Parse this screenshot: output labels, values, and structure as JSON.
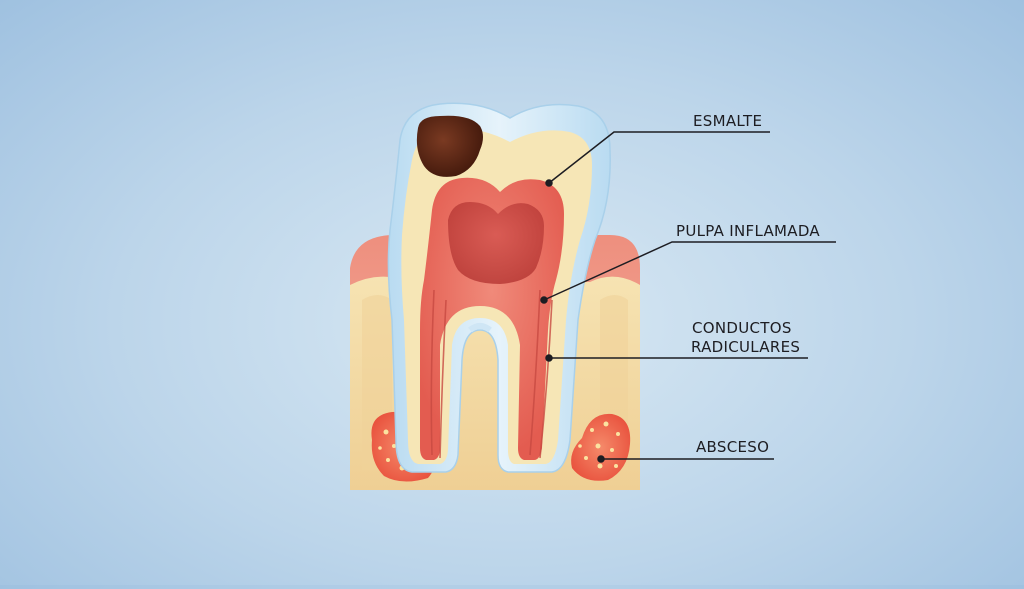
{
  "diagram": {
    "labels": {
      "enamel": "ESMALTE",
      "pulp": "PULPA INFLAMADA",
      "canals_line1": "CONDUCTOS",
      "canals_line2": "RADICULARES",
      "abscess": "ABSCESO"
    },
    "colors": {
      "background": "#bcd5ea",
      "enamel": "#cfe6f5",
      "dentin": "#f6e6b6",
      "pulp": "#e8655a",
      "pulp_inner": "#c9443e",
      "gum": "#ef9c8c",
      "bone": "#f3dca8",
      "cavity": "#5a2414",
      "abscess": "#ee6b50",
      "leader_line": "#1d1d22"
    }
  }
}
